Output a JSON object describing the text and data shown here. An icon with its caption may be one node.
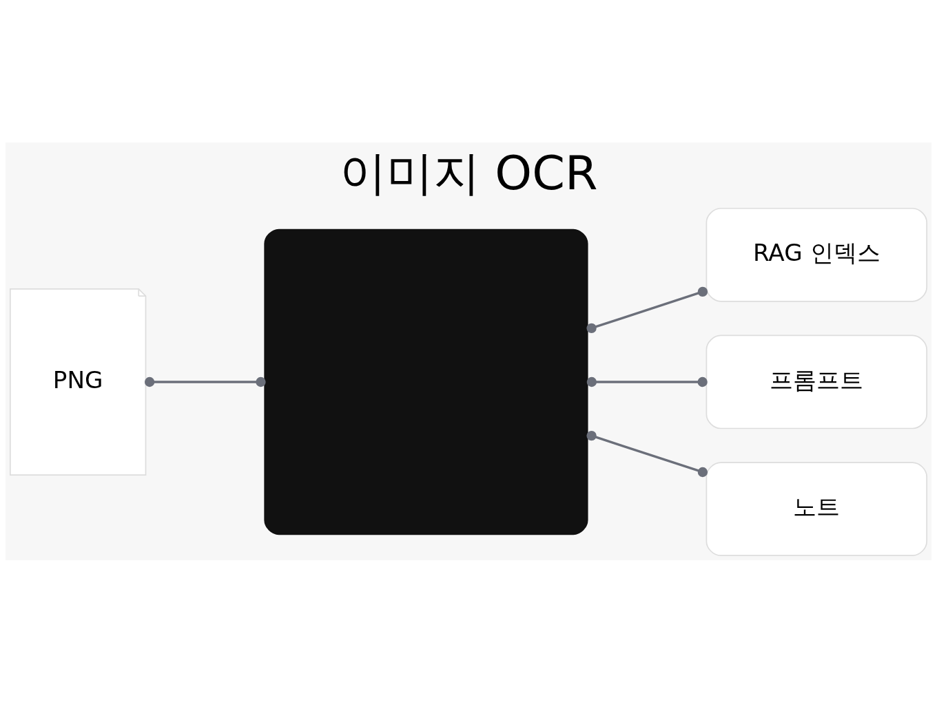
{
  "diagram": {
    "title": "이미지 OCR",
    "nodes": [
      {
        "text": [
          "PNG"
        ]
      },
      {
        "text": [],
        "shape": "box"
      },
      {
        "text": [
          "RAG 인덱스"
        ]
      },
      {
        "text": [
          "프롬프트"
        ]
      },
      {
        "text": [
          "노트"
        ]
      }
    ],
    "edges": [
      {
        "from": 0,
        "to": 1,
        "arrow": "other"
      },
      {
        "from": 1,
        "to": 2,
        "arrow": "other"
      },
      {
        "from": 1,
        "to": 3,
        "arrow": "other"
      },
      {
        "from": 1,
        "to": 4,
        "arrow": "other"
      }
    ]
  }
}
